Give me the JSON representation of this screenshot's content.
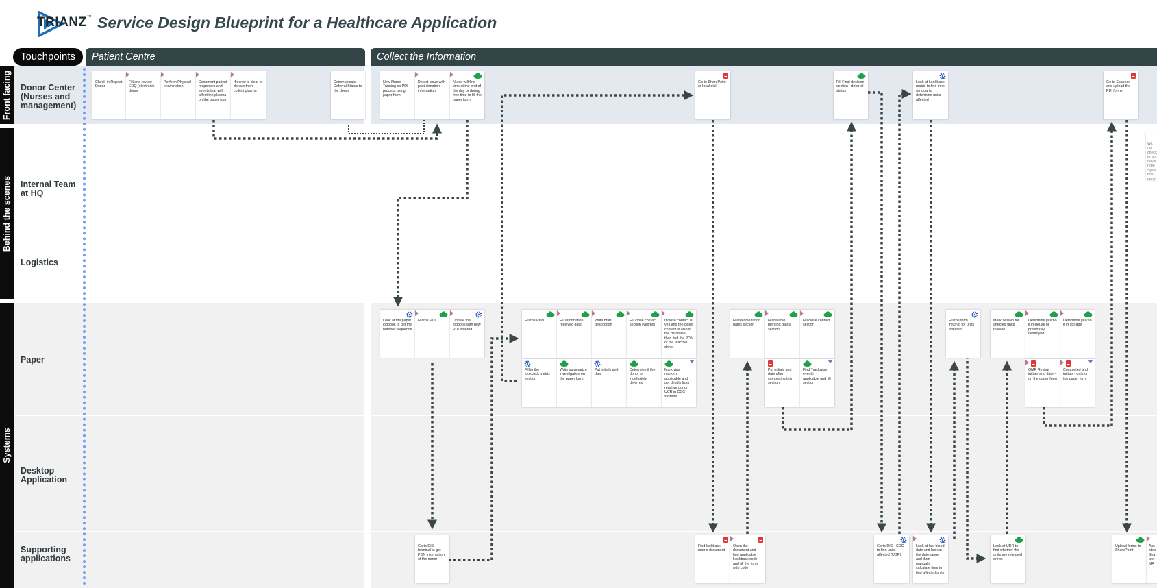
{
  "header": {
    "logo_text": "TRIANZ",
    "logo_mark": "™",
    "title": "Service Design Blueprint for a Healthcare Application"
  },
  "colors": {
    "phase_bar": "#334447",
    "front_band": "#e4e9ef",
    "systems_band": "#f1f1f1",
    "connector": "#3b4648",
    "timeline": "#6f9ef8",
    "cloud_icon": "#20a04a",
    "gear_icon": "#2f62c9",
    "doc_icon": "#e0383a"
  },
  "phases": {
    "touchpoints": "Touchpoints",
    "patient_centre": "Patient Centre",
    "collect": "Collect the Information"
  },
  "sections": {
    "front": "Front facing",
    "behind": "Behind the scenes",
    "systems": "Systems"
  },
  "lanes": {
    "donor_center": "Donor Center (Nurses and management)",
    "internal_team": "Internal Team at HQ",
    "logistics": "Logistics",
    "paper": "Paper",
    "desktop": "Desktop Application",
    "supporting": "Supporting applications"
  },
  "notes": {
    "checkin": "Check-in Repeat Donor",
    "edq": "Fill and review EDQ (electronic donor",
    "physical": "Perform Physical examination",
    "document": "Document patient responses and events that will affect the plasma on the paper form",
    "donate": "If donor is clear to donate then collect plasma",
    "deferral": "Communicate Deferral Status to the donor",
    "training": "New Nurse Training on PDI process using paper form",
    "detect": "Detect issue with post-donation information",
    "nurse": "Nurse will find time at the end of the day or during free time to fill the paper form",
    "sharepoint": "Go to SharePoint or local disk",
    "final": "Fill Final decision section - deferral status",
    "lookback": "Look at Lookback matrix to find time window to determine units affected",
    "scanner": "Go to Scanner and upload the PDI forms",
    "logbook": "Look at the paper logbook to get the number sequence",
    "fill_pdi": "Fill the PDI",
    "update_logbook": "Update the logbook with new PDI entered",
    "fill_pdn": "Fill the PDN",
    "received": "Fill information received date",
    "brief": "Write brief description",
    "close_contact": "Fill close contact section (yes/no)",
    "if_close": "If close contact is yes and the close contact is also in the database then find the PDN of the reactive donor",
    "lookback_section": "Fill in the lookback matrix section",
    "summarize": "Write summarize investigation on the paper form",
    "initials": "Put initials and date",
    "deferred": "Determine if the donor is indefinitely deferred",
    "viral": "Mark viral markers applicable and get details from reactive donor UCR in CCC systems",
    "tattoo": "Fill reliable tattoo dates section",
    "piercing": "Fill reliable piercing dates section",
    "fill_close": "Fill close contact section",
    "put_initials": "Put initials and date after completing this section",
    "trackwise": "Find Trackwise event if applicable and fill section",
    "yes_no": "Fill the form Yes/No for units affected",
    "mark_yes": "Mark Yes/No for affected units release",
    "in_house": "Determine yes/no if in-house or previously destroyed",
    "storage": "Determine yes/no if in storage",
    "qmr": "QMR Review initials and date - on the paper form",
    "completed": "Completed and initials - date on the paper form",
    "dis_pdn": "Go to DIS terminal to get PDN information of the donor",
    "find_matrix": "Find lookback matrix document",
    "open_doc": "Open the document and find applicable Lookback code and fill the form with code",
    "dis_ccc": "Go to DIS - CCC to find units affected (UDR)",
    "last_blood": "Look at last blood date and look at the date range and then manually calculate time to find affected units",
    "udr": "Look at UDR to find whether the units are released or not",
    "upload": "Upload forms to SharePoint",
    "ass": "Ass step Sha wor MA",
    "edge": "Wit nu check to ap day li repo Syste noti perso"
  }
}
